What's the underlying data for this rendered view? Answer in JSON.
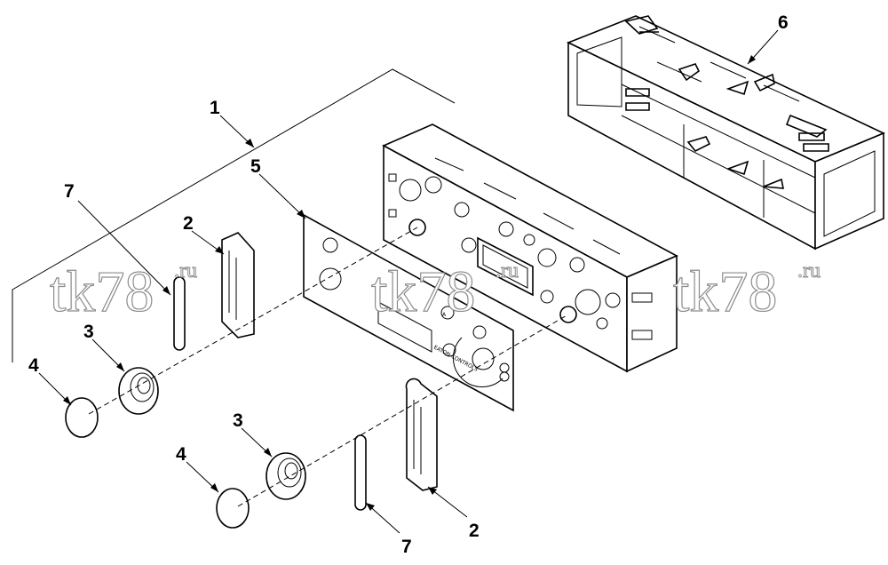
{
  "callouts": {
    "c1": "1",
    "c2a": "2",
    "c2b": "2",
    "c3a": "3",
    "c3b": "3",
    "c4a": "4",
    "c4b": "4",
    "c5": "5",
    "c6": "6",
    "c7a": "7",
    "c7b": "7"
  },
  "watermark": {
    "text": "tk78",
    "suffix": ".ru"
  },
  "panel_text": {
    "brand_label": "EATON CONTROLS",
    "button_a": "A"
  },
  "colors": {
    "line": "#000000",
    "watermark_stroke": "#8c8c8c",
    "background": "#ffffff"
  }
}
